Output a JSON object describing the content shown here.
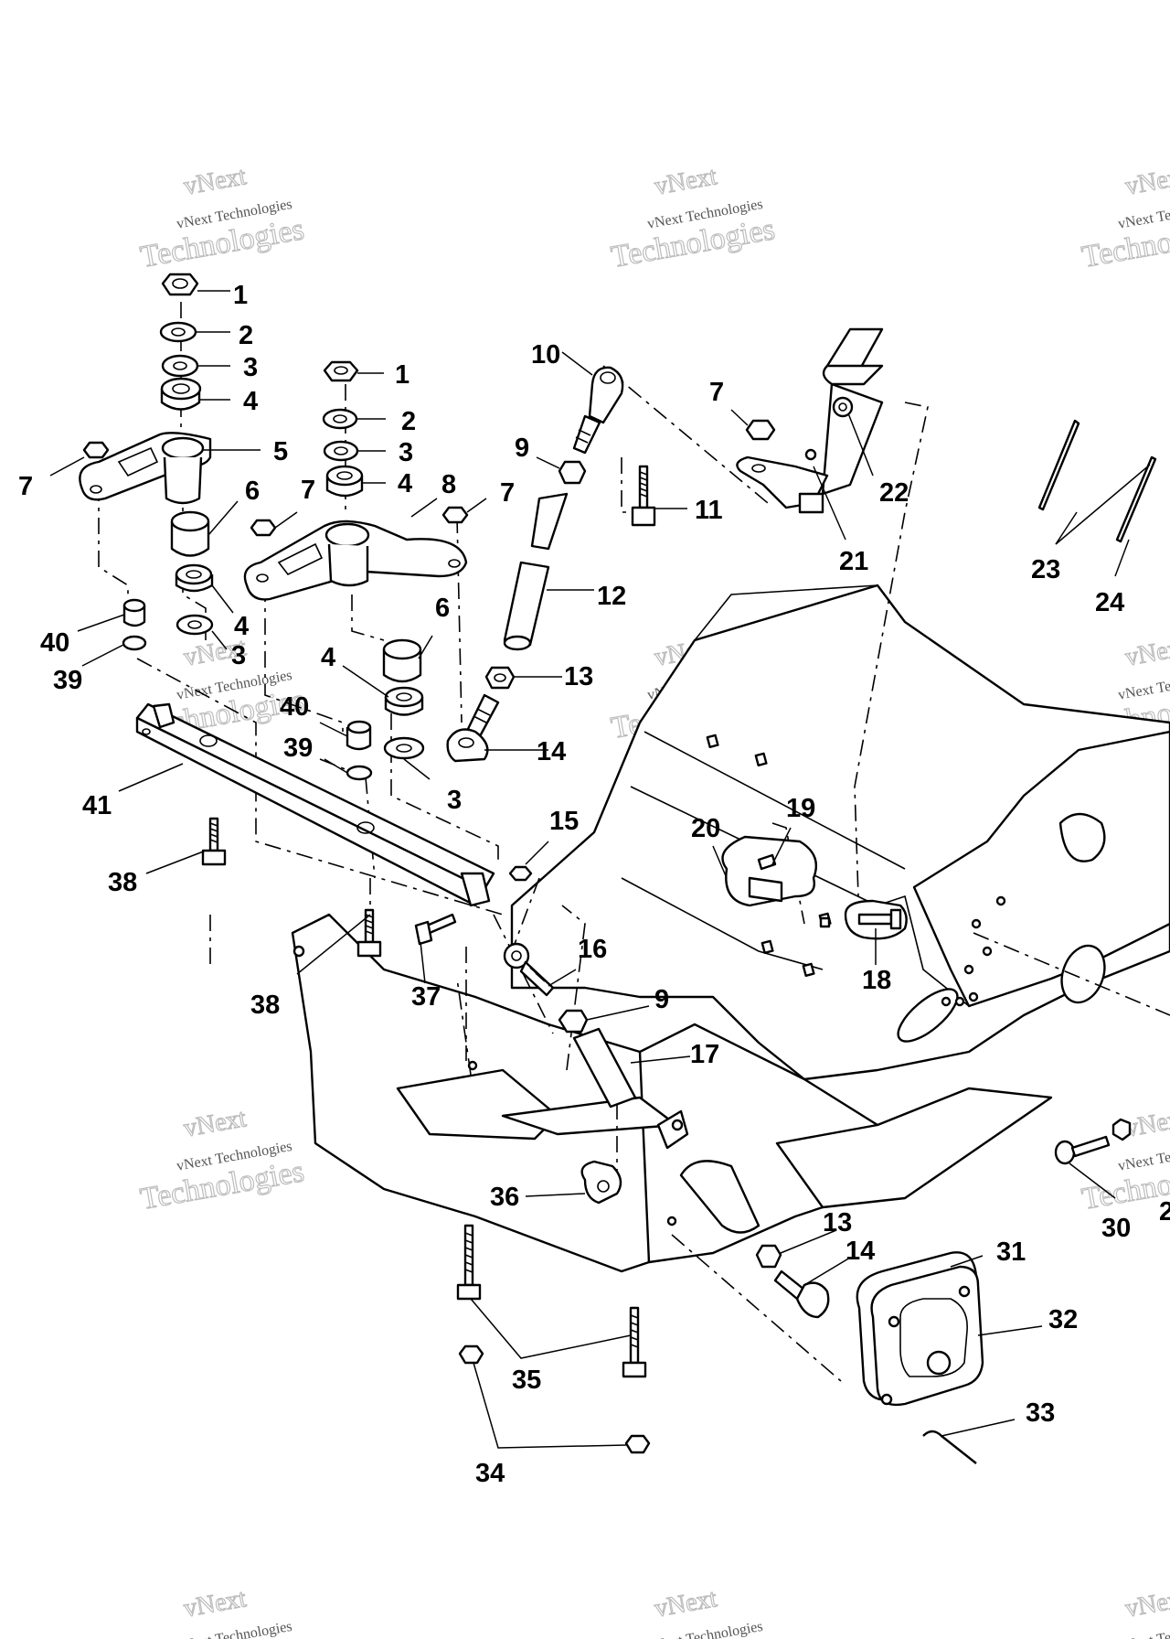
{
  "watermark": {
    "line1": "vNext",
    "line2": "vNext Technologies",
    "line3": "Technologies",
    "color": "#b8b8b8"
  },
  "callouts": [
    {
      "id": "c1a",
      "text": "1"
    },
    {
      "id": "c2a",
      "text": "2"
    },
    {
      "id": "c3a",
      "text": "3"
    },
    {
      "id": "c4a",
      "text": "4"
    },
    {
      "id": "c5",
      "text": "5"
    },
    {
      "id": "c7a",
      "text": "7"
    },
    {
      "id": "c6a",
      "text": "6"
    },
    {
      "id": "c7b",
      "text": "7"
    },
    {
      "id": "c1b",
      "text": "1"
    },
    {
      "id": "c2b",
      "text": "2"
    },
    {
      "id": "c3b",
      "text": "3"
    },
    {
      "id": "c4b",
      "text": "4"
    },
    {
      "id": "c8",
      "text": "8"
    },
    {
      "id": "c7c",
      "text": "7"
    },
    {
      "id": "c4c",
      "text": "4"
    },
    {
      "id": "c3c",
      "text": "3"
    },
    {
      "id": "c40a",
      "text": "40"
    },
    {
      "id": "c39a",
      "text": "39"
    },
    {
      "id": "c6b",
      "text": "6"
    },
    {
      "id": "c4d",
      "text": "4"
    },
    {
      "id": "c40b",
      "text": "40"
    },
    {
      "id": "c39b",
      "text": "39"
    },
    {
      "id": "c3d",
      "text": "3"
    },
    {
      "id": "c41",
      "text": "41"
    },
    {
      "id": "c38a",
      "text": "38"
    },
    {
      "id": "c10",
      "text": "10"
    },
    {
      "id": "c9a",
      "text": "9"
    },
    {
      "id": "c11",
      "text": "11"
    },
    {
      "id": "c12",
      "text": "12"
    },
    {
      "id": "c13a",
      "text": "13"
    },
    {
      "id": "c14a",
      "text": "14"
    },
    {
      "id": "c7d",
      "text": "7"
    },
    {
      "id": "c22",
      "text": "22"
    },
    {
      "id": "c21",
      "text": "21"
    },
    {
      "id": "c23",
      "text": "23"
    },
    {
      "id": "c24",
      "text": "24"
    },
    {
      "id": "c15",
      "text": "15"
    },
    {
      "id": "c19",
      "text": "19"
    },
    {
      "id": "c20",
      "text": "20"
    },
    {
      "id": "c16",
      "text": "16"
    },
    {
      "id": "c18",
      "text": "18"
    },
    {
      "id": "c38b",
      "text": "38"
    },
    {
      "id": "c37",
      "text": "37"
    },
    {
      "id": "c9b",
      "text": "9"
    },
    {
      "id": "c17",
      "text": "17"
    },
    {
      "id": "c36",
      "text": "36"
    },
    {
      "id": "c13b",
      "text": "13"
    },
    {
      "id": "c14b",
      "text": "14"
    },
    {
      "id": "c31",
      "text": "31"
    },
    {
      "id": "c32",
      "text": "32"
    },
    {
      "id": "c33",
      "text": "33"
    },
    {
      "id": "c35",
      "text": "35"
    },
    {
      "id": "c34",
      "text": "34"
    },
    {
      "id": "c30",
      "text": "30"
    },
    {
      "id": "c2edge",
      "text": "2"
    }
  ]
}
